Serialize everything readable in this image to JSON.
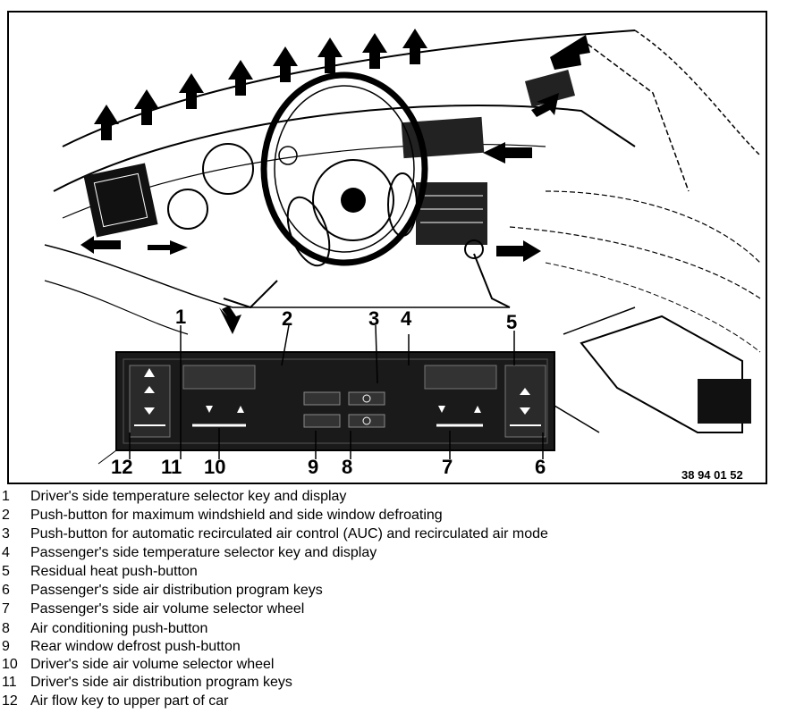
{
  "callouts_top": [
    "1",
    "2",
    "3",
    "4",
    "5"
  ],
  "callouts_bottom": [
    "12",
    "11",
    "10",
    "9",
    "8",
    "7",
    "6"
  ],
  "reference_code": "38 94 01 52",
  "legend": [
    {
      "num": "1",
      "text": "Driver's side temperature selector key and display"
    },
    {
      "num": "2",
      "text": "Push-button for maximum windshield and side window defroating"
    },
    {
      "num": "3",
      "text": "Push-button for automatic recirculated air control (AUC) and recirculated air mode"
    },
    {
      "num": "4",
      "text": "Passenger's side temperature selector key and display"
    },
    {
      "num": "5",
      "text": "Residual heat push-button"
    },
    {
      "num": "6",
      "text": "Passenger's side air distribution program keys"
    },
    {
      "num": "7",
      "text": "Passenger's side air volume selector wheel"
    },
    {
      "num": "8",
      "text": "Air conditioning push-button"
    },
    {
      "num": "9",
      "text": "Rear window  defrost push-button"
    },
    {
      "num": "10",
      "text": "Driver's side air volume selector wheel"
    },
    {
      "num": "11",
      "text": "Driver's side air distribution program keys"
    },
    {
      "num": "12",
      "text": "Air flow key to upper part of car"
    }
  ]
}
